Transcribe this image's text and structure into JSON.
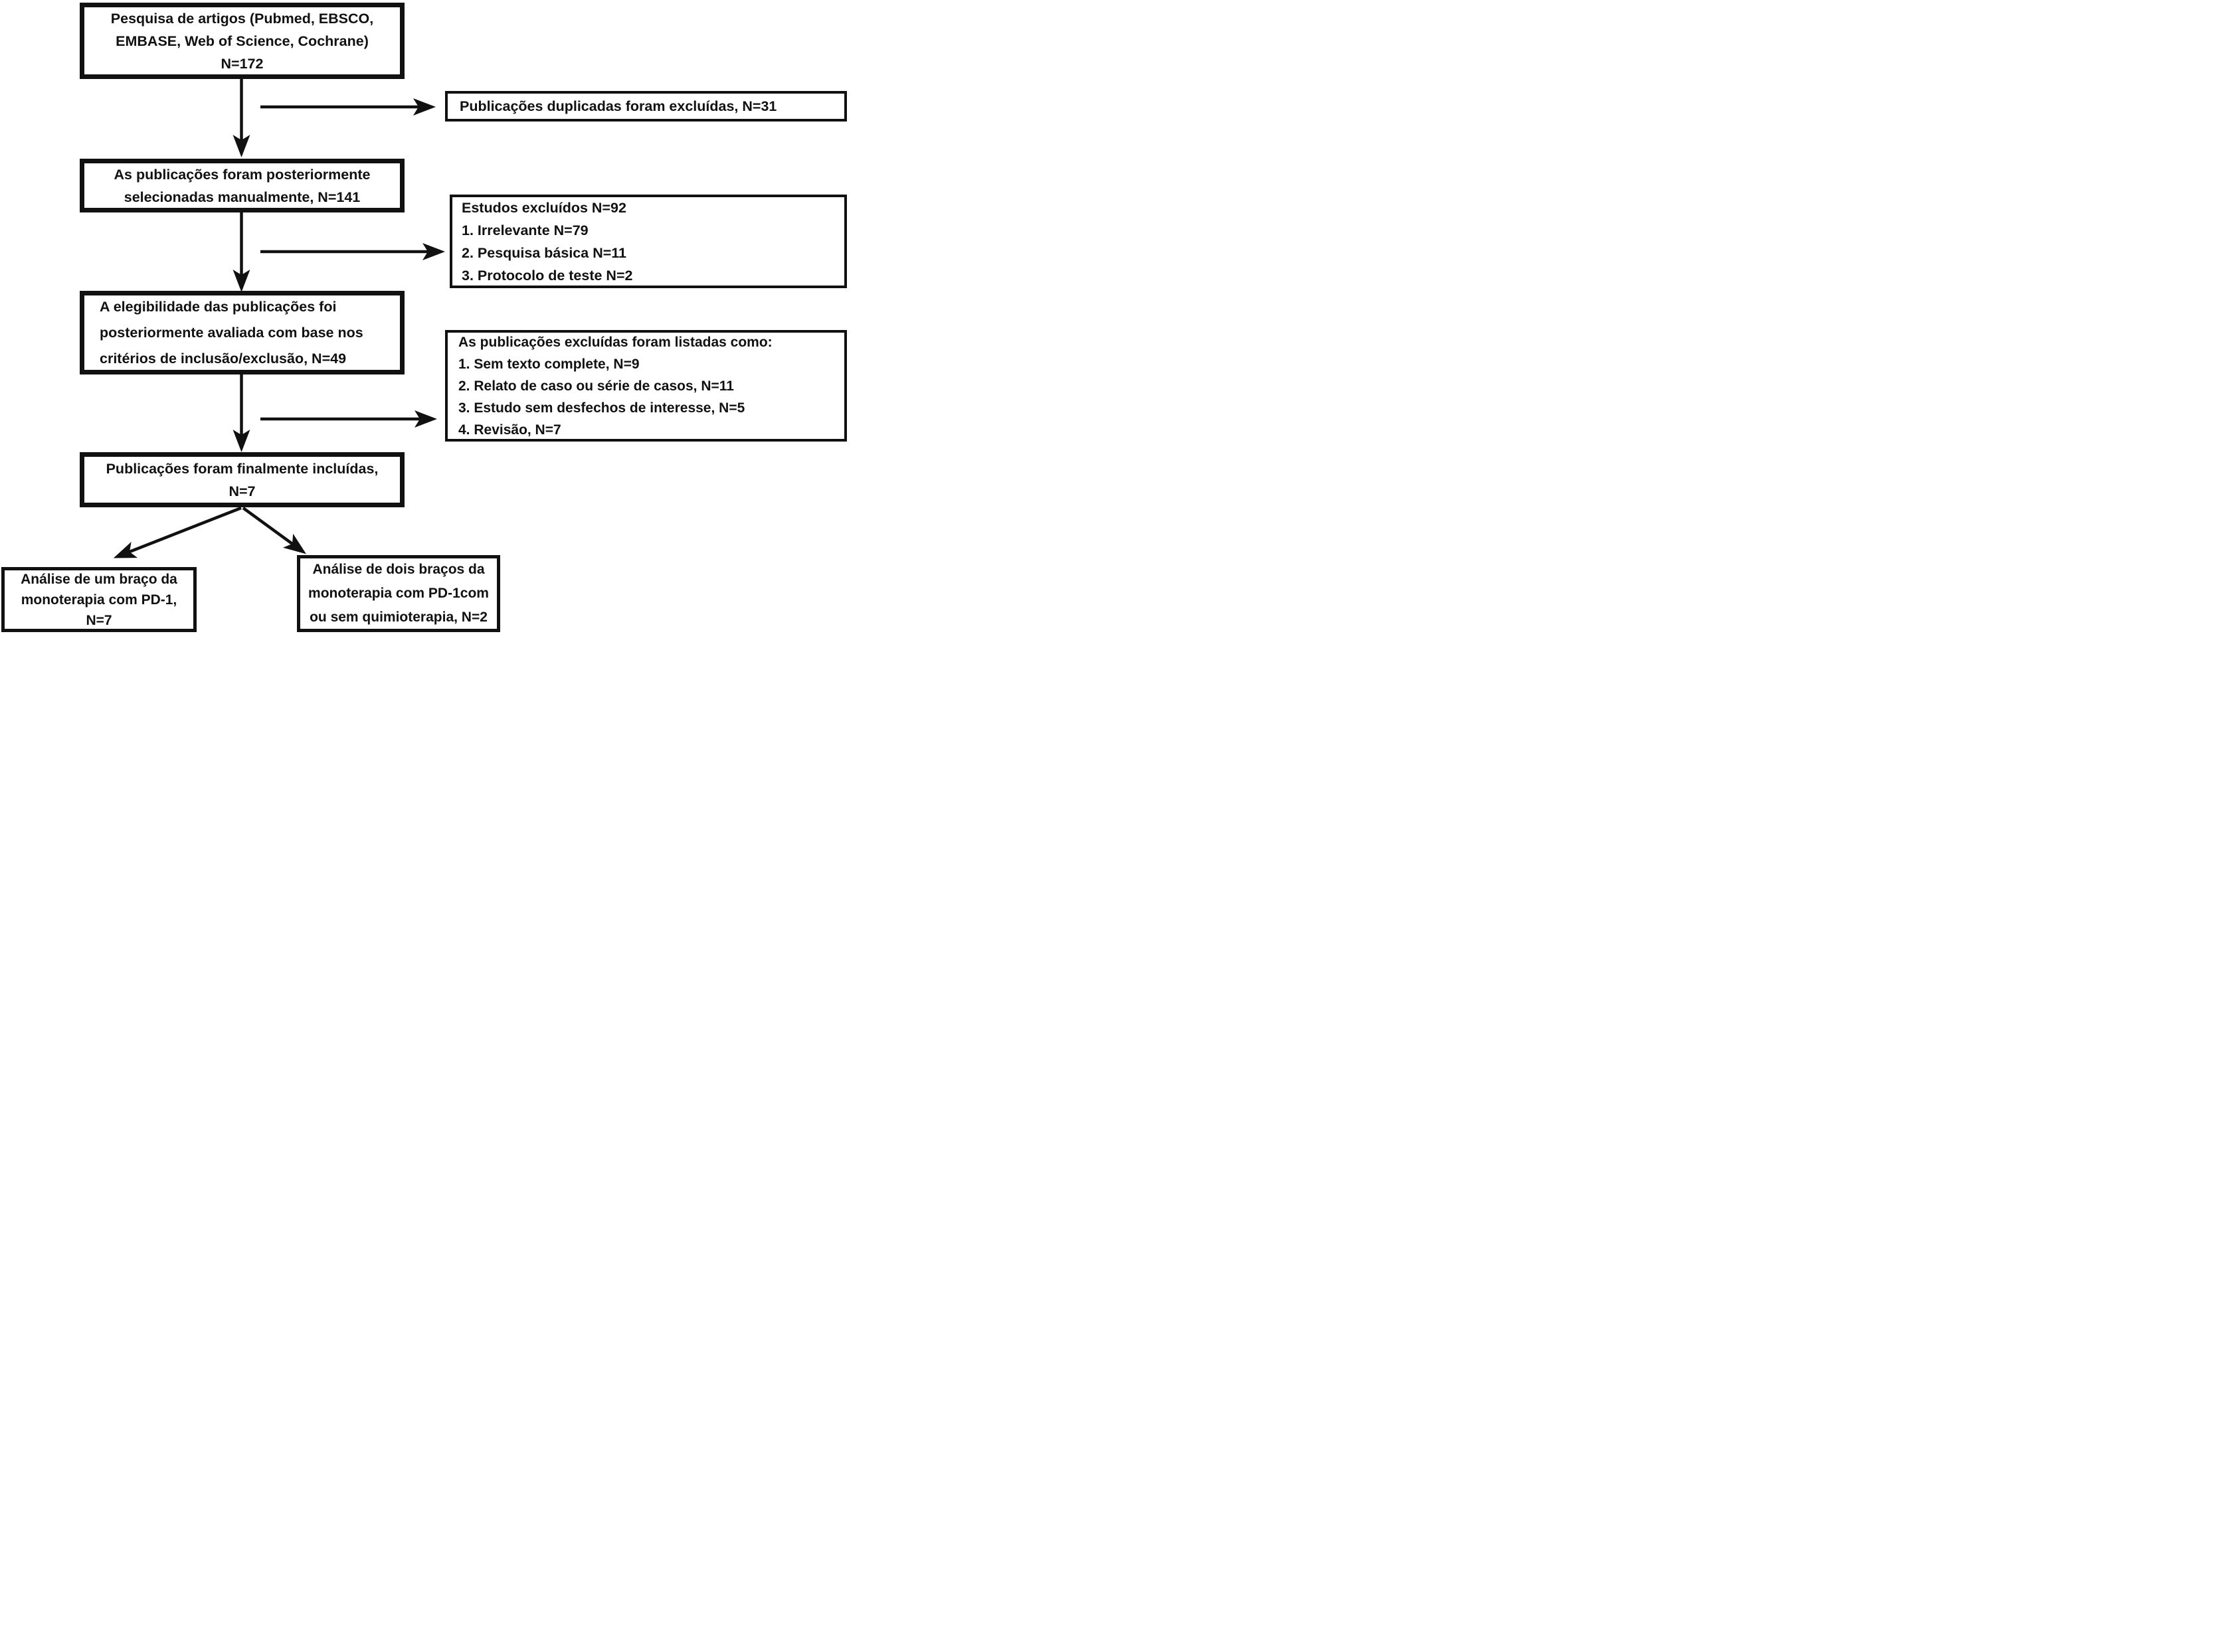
{
  "diagram": {
    "type": "flowchart",
    "language": "pt",
    "colors": {
      "line": "#111111",
      "box_fill": "#ffffff",
      "background": "#ffffff",
      "text": "#111111"
    },
    "boxes": {
      "search": {
        "lines": [
          "Pesquisa de artigos (Pubmed, EBSCO,",
          "EMBASE, Web of Science, Cochrane)",
          "N=172"
        ]
      },
      "duplicates": {
        "lines": [
          "Publicações duplicadas foram excluídas, N=31"
        ]
      },
      "screened": {
        "lines": [
          "As publicações foram posteriormente",
          "selecionadas manualmente, N=141"
        ]
      },
      "excluded_studies": {
        "lines": [
          "Estudos excluídos N=92",
          "1. Irrelevante N=79",
          "2. Pesquisa básica N=11",
          "3. Protocolo de teste N=2"
        ]
      },
      "eligibility": {
        "lines": [
          "A elegibilidade das publicações foi",
          "posteriormente avaliada com base nos",
          "critérios de inclusão/exclusão, N=49"
        ]
      },
      "excluded_listed": {
        "lines": [
          "As publicações excluídas foram listadas como:",
          "1. Sem texto complete, N=9",
          "2. Relato de caso ou série de casos, N=11",
          "3. Estudo sem desfechos de interesse, N=5",
          "4. Revisão, N=7"
        ]
      },
      "included": {
        "lines": [
          "Publicações foram finalmente incluídas,",
          "N=7"
        ]
      },
      "single_arm": {
        "lines": [
          "Análise de um braço da",
          "monoterapia com PD-1,",
          "N=7"
        ]
      },
      "two_arm": {
        "lines": [
          "Análise de dois braços da",
          "monoterapia com PD-1com",
          "ou sem quimioterapia, N=2"
        ]
      }
    }
  }
}
